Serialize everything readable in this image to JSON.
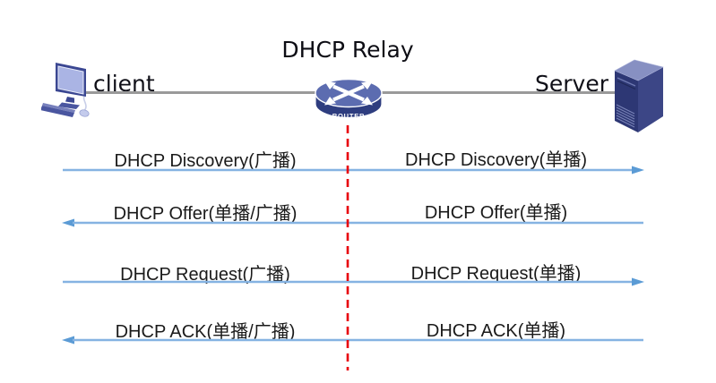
{
  "diagram": {
    "title": "DHCP Relay",
    "client_label": "client",
    "server_label": "Server",
    "router_label": "ROUTER"
  },
  "messages": [
    {
      "left_label": "DHCP Discovery(广播)",
      "right_label": "DHCP Discovery(单播)",
      "direction": "left-to-right"
    },
    {
      "left_label": "DHCP Offer(单播/广播)",
      "right_label": "DHCP Offer(单播)",
      "direction": "right-to-left"
    },
    {
      "left_label": "DHCP Request(广播)",
      "right_label": "DHCP Request(单播)",
      "direction": "left-to-right"
    },
    {
      "left_label": "DHCP ACK(单播/广播)",
      "right_label": "DHCP ACK(单播)",
      "direction": "right-to-left"
    }
  ],
  "colors": {
    "message_line": "#85B3E2",
    "message_arrowhead": "#5B9BD5",
    "relay_dash": "#E8000B",
    "link_line": "#9A9A9A",
    "router_top": "#5C6CB0",
    "router_base": "#2E3D7F",
    "server_dark": "#2D3774",
    "server_side": "#3C4686",
    "server_top": "#8790C2",
    "monitor_frame": "#3B4792",
    "monitor_screen": "#AAB4E4",
    "text": "#1A1A1A"
  }
}
